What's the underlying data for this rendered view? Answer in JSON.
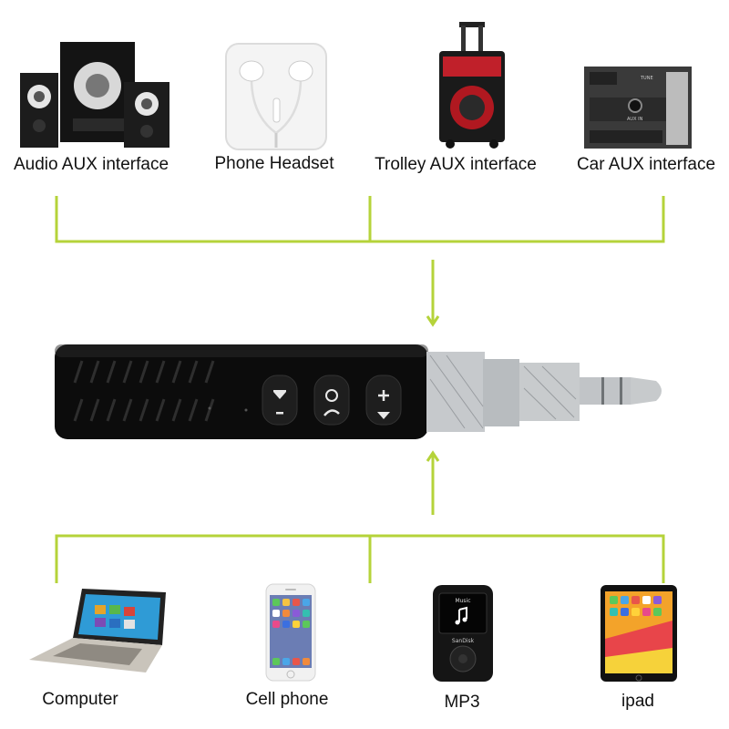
{
  "top_devices": [
    {
      "label": "Audio AUX interface",
      "icon": "speaker-system-icon"
    },
    {
      "label": "Phone Headset",
      "icon": "earphones-icon"
    },
    {
      "label": "Trolley AUX interface",
      "icon": "trolley-speaker-icon"
    },
    {
      "label": "Car AUX interface",
      "icon": "car-aux-port-icon"
    }
  ],
  "bottom_devices": [
    {
      "label": "Computer",
      "icon": "laptop-icon"
    },
    {
      "label": "Cell phone",
      "icon": "smartphone-icon"
    },
    {
      "label": "MP3",
      "icon": "mp3-player-icon"
    },
    {
      "label": "ipad",
      "icon": "tablet-icon"
    }
  ],
  "center_device": {
    "icon": "bluetooth-aux-receiver-icon"
  },
  "small_print": {
    "car_tune": "TUNE",
    "car_aux": "AUX IN",
    "mp3_brand": "SanDisk",
    "mp3_music": "Music"
  },
  "colors": {
    "connector": "#b5d33a",
    "body": "#0c0c0c",
    "metal": "#bfc3c6"
  }
}
